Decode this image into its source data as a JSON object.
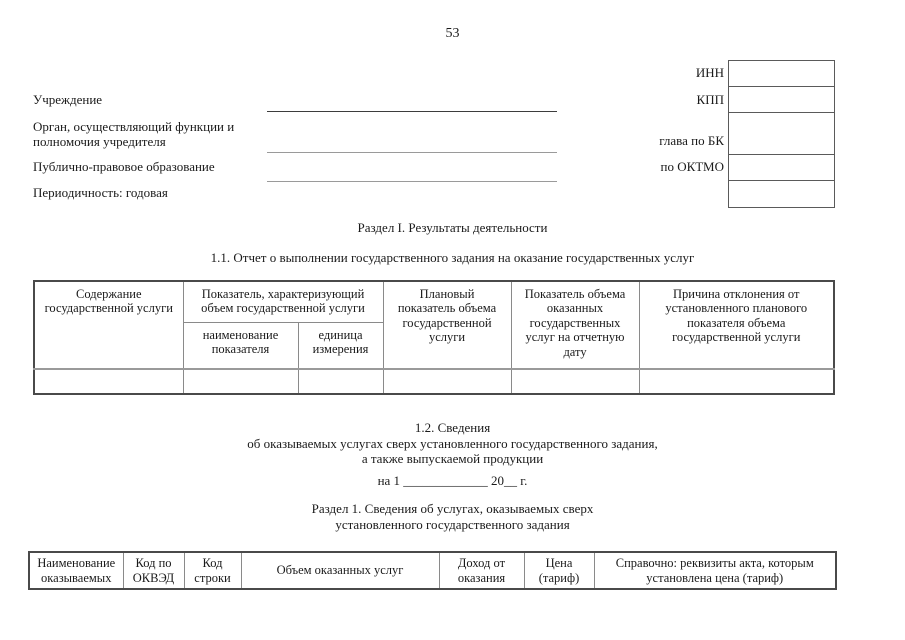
{
  "page": {
    "number": "53"
  },
  "colors": {
    "text": "#1a1a1a",
    "line_gray": "#9a9a9a"
  },
  "header": {
    "institution_label": "Учреждение",
    "founder_label_line1": "Орган, осуществляющий функции и",
    "founder_label_line2": "полномочия учредителя",
    "public_entity_label": "Публично-правовое образование",
    "periodicity_label": "Периодичность: годовая",
    "codes": {
      "inn_label": "ИНН",
      "kpp_label": "КПП",
      "bk_chapter_label": "глава по БК",
      "oktmo_label": "по ОКТМО"
    }
  },
  "section1": {
    "title": "Раздел I. Результаты деятельности",
    "subtitle": "1.1. Отчет о выполнении государственного задания на оказание государственных услуг"
  },
  "table1": {
    "headers": {
      "content": "Содержание государственной услуги",
      "indicator_group": "Показатель, характеризующий объем государственной услуги",
      "indicator_name": "наименование показателя",
      "indicator_unit": "единица измерения",
      "planned": "Плановый показатель объема государственной услуги",
      "actual": "Показатель объема оказанных государственных услуг на отчетную дату",
      "deviation_reason": "Причина отклонения от установленного планового показателя объема государственной услуги"
    }
  },
  "section1_2": {
    "title_line1": "1.2. Сведения",
    "title_line2": "об оказываемых услугах сверх установленного государственного задания,",
    "title_line3": "а также выпускаемой продукции",
    "date_line": "на 1 _____________ 20__ г.",
    "razdel1_line1": "Раздел 1. Сведения об услугах, оказываемых сверх",
    "razdel1_line2": "установленного государственного задания"
  },
  "table2": {
    "headers": [
      "Наименование оказываемых",
      "Код по ОКВЭД",
      "Код строки",
      "Объем оказанных услуг",
      "Доход от оказания",
      "Цена (тариф)",
      "Справочно: реквизиты акта, которым установлена цена (тариф)"
    ]
  }
}
